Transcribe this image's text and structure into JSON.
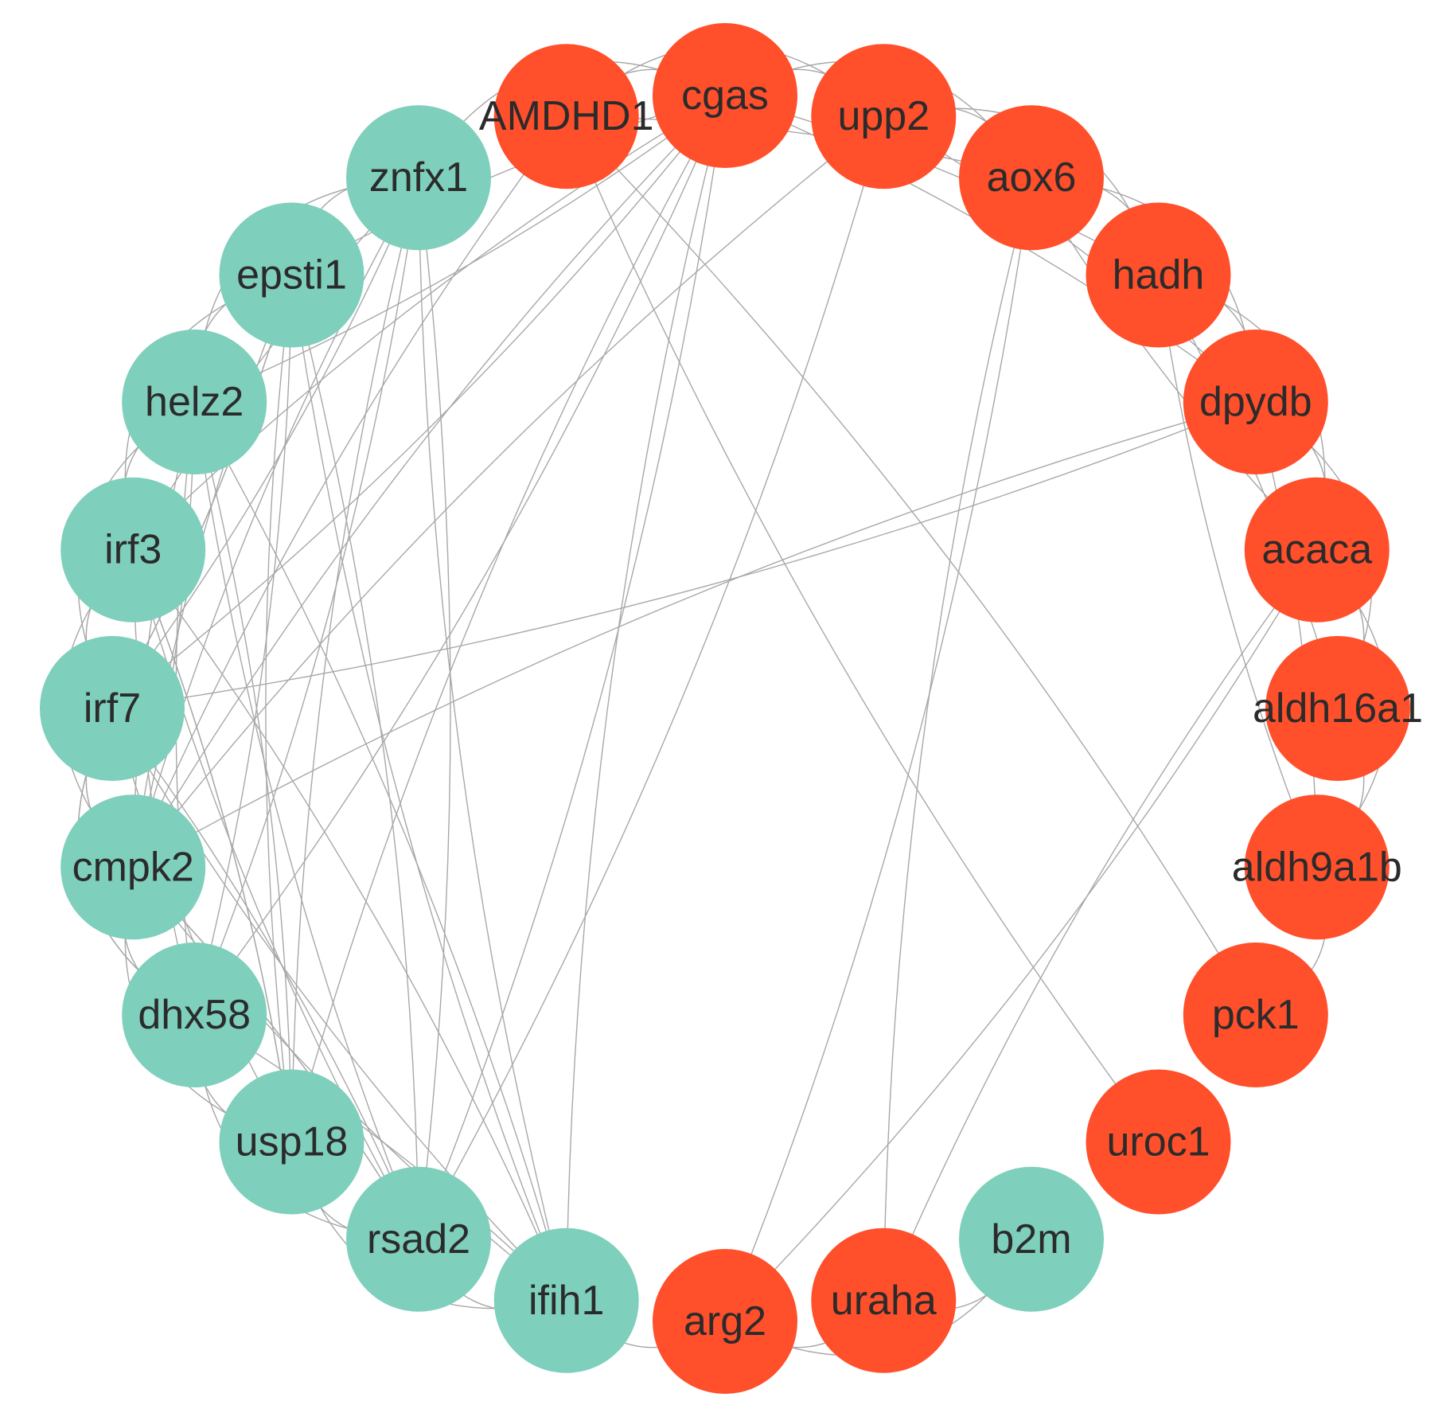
{
  "colors": {
    "immune": "#7ecfbc",
    "metabolic": "#ff4f2b",
    "edge": "#a8a8a8",
    "label": "#2b2b2b"
  },
  "nodes": [
    {
      "id": "cgas",
      "label": "cgas",
      "group": "metabolic"
    },
    {
      "id": "upp2",
      "label": "upp2",
      "group": "metabolic"
    },
    {
      "id": "aox6",
      "label": "aox6",
      "group": "metabolic"
    },
    {
      "id": "hadh",
      "label": "hadh",
      "group": "metabolic"
    },
    {
      "id": "dpydb",
      "label": "dpydb",
      "group": "metabolic"
    },
    {
      "id": "acaca",
      "label": "acaca",
      "group": "metabolic"
    },
    {
      "id": "aldh16a1",
      "label": "aldh16a1",
      "group": "metabolic"
    },
    {
      "id": "aldh9a1b",
      "label": "aldh9a1b",
      "group": "metabolic"
    },
    {
      "id": "pck1",
      "label": "pck1",
      "group": "metabolic"
    },
    {
      "id": "uroc1",
      "label": "uroc1",
      "group": "metabolic"
    },
    {
      "id": "b2m",
      "label": "b2m",
      "group": "immune"
    },
    {
      "id": "uraha",
      "label": "uraha",
      "group": "metabolic"
    },
    {
      "id": "arg2",
      "label": "arg2",
      "group": "metabolic"
    },
    {
      "id": "ifih1",
      "label": "ifih1",
      "group": "immune"
    },
    {
      "id": "rsad2",
      "label": "rsad2",
      "group": "immune"
    },
    {
      "id": "usp18",
      "label": "usp18",
      "group": "immune"
    },
    {
      "id": "dhx58",
      "label": "dhx58",
      "group": "immune"
    },
    {
      "id": "cmpk2",
      "label": "cmpk2",
      "group": "immune"
    },
    {
      "id": "irf7",
      "label": "irf7",
      "group": "immune"
    },
    {
      "id": "irf3",
      "label": "irf3",
      "group": "immune"
    },
    {
      "id": "helz2",
      "label": "helz2",
      "group": "immune"
    },
    {
      "id": "epsti1",
      "label": "epsti1",
      "group": "immune"
    },
    {
      "id": "znfx1",
      "label": "znfx1",
      "group": "immune"
    },
    {
      "id": "AMDHD1",
      "label": "AMDHD1",
      "group": "metabolic"
    }
  ],
  "edges": [
    [
      "cgas",
      "znfx1"
    ],
    [
      "cgas",
      "epsti1"
    ],
    [
      "cgas",
      "helz2"
    ],
    [
      "cgas",
      "irf3"
    ],
    [
      "cgas",
      "irf7"
    ],
    [
      "cgas",
      "cmpk2"
    ],
    [
      "cgas",
      "dhx58"
    ],
    [
      "cgas",
      "usp18"
    ],
    [
      "cgas",
      "rsad2"
    ],
    [
      "cgas",
      "ifih1"
    ],
    [
      "cgas",
      "upp2"
    ],
    [
      "cgas",
      "aox6"
    ],
    [
      "cgas",
      "dpydb"
    ],
    [
      "cgas",
      "AMDHD1"
    ],
    [
      "cgas",
      "hadh"
    ],
    [
      "AMDHD1",
      "upp2"
    ],
    [
      "AMDHD1",
      "aox6"
    ],
    [
      "AMDHD1",
      "uroc1"
    ],
    [
      "AMDHD1",
      "pck1"
    ],
    [
      "AMDHD1",
      "cmpk2"
    ],
    [
      "upp2",
      "aox6"
    ],
    [
      "upp2",
      "hadh"
    ],
    [
      "upp2",
      "dpydb"
    ],
    [
      "upp2",
      "cmpk2"
    ],
    [
      "upp2",
      "rsad2"
    ],
    [
      "aox6",
      "hadh"
    ],
    [
      "aox6",
      "dpydb"
    ],
    [
      "aox6",
      "uraha"
    ],
    [
      "aox6",
      "arg2"
    ],
    [
      "aox6",
      "acaca"
    ],
    [
      "hadh",
      "dpydb"
    ],
    [
      "hadh",
      "acaca"
    ],
    [
      "hadh",
      "aldh16a1"
    ],
    [
      "hadh",
      "aldh9a1b"
    ],
    [
      "dpydb",
      "acaca"
    ],
    [
      "dpydb",
      "aldh16a1"
    ],
    [
      "dpydb",
      "aldh9a1b"
    ],
    [
      "dpydb",
      "cmpk2"
    ],
    [
      "dpydb",
      "irf7"
    ],
    [
      "acaca",
      "aldh16a1"
    ],
    [
      "acaca",
      "aldh9a1b"
    ],
    [
      "acaca",
      "uraha"
    ],
    [
      "acaca",
      "arg2"
    ],
    [
      "aldh16a1",
      "aldh9a1b"
    ],
    [
      "aldh9a1b",
      "pck1"
    ],
    [
      "uraha",
      "b2m"
    ],
    [
      "uraha",
      "arg2"
    ],
    [
      "arg2",
      "ifih1"
    ],
    [
      "b2m",
      "arg2"
    ],
    [
      "znfx1",
      "epsti1"
    ],
    [
      "znfx1",
      "helz2"
    ],
    [
      "znfx1",
      "irf3"
    ],
    [
      "znfx1",
      "irf7"
    ],
    [
      "znfx1",
      "cmpk2"
    ],
    [
      "znfx1",
      "dhx58"
    ],
    [
      "znfx1",
      "usp18"
    ],
    [
      "znfx1",
      "rsad2"
    ],
    [
      "znfx1",
      "ifih1"
    ],
    [
      "epsti1",
      "helz2"
    ],
    [
      "epsti1",
      "irf3"
    ],
    [
      "epsti1",
      "irf7"
    ],
    [
      "epsti1",
      "cmpk2"
    ],
    [
      "epsti1",
      "dhx58"
    ],
    [
      "epsti1",
      "usp18"
    ],
    [
      "epsti1",
      "rsad2"
    ],
    [
      "epsti1",
      "ifih1"
    ],
    [
      "helz2",
      "irf3"
    ],
    [
      "helz2",
      "irf7"
    ],
    [
      "helz2",
      "cmpk2"
    ],
    [
      "helz2",
      "dhx58"
    ],
    [
      "helz2",
      "usp18"
    ],
    [
      "helz2",
      "rsad2"
    ],
    [
      "helz2",
      "ifih1"
    ],
    [
      "irf3",
      "irf7"
    ],
    [
      "irf3",
      "cmpk2"
    ],
    [
      "irf3",
      "dhx58"
    ],
    [
      "irf3",
      "usp18"
    ],
    [
      "irf3",
      "rsad2"
    ],
    [
      "irf3",
      "ifih1"
    ],
    [
      "irf7",
      "cmpk2"
    ],
    [
      "irf7",
      "dhx58"
    ],
    [
      "irf7",
      "usp18"
    ],
    [
      "irf7",
      "rsad2"
    ],
    [
      "irf7",
      "ifih1"
    ],
    [
      "cmpk2",
      "dhx58"
    ],
    [
      "cmpk2",
      "usp18"
    ],
    [
      "cmpk2",
      "rsad2"
    ],
    [
      "cmpk2",
      "ifih1"
    ],
    [
      "dhx58",
      "usp18"
    ],
    [
      "dhx58",
      "rsad2"
    ],
    [
      "dhx58",
      "ifih1"
    ],
    [
      "usp18",
      "rsad2"
    ],
    [
      "usp18",
      "ifih1"
    ],
    [
      "rsad2",
      "ifih1"
    ],
    [
      "epsti1",
      "irf7"
    ],
    [
      "helz2",
      "cmpk2"
    ],
    [
      "irf3",
      "usp18"
    ],
    [
      "irf7",
      "dhx58"
    ],
    [
      "cmpk2",
      "rsad2"
    ]
  ]
}
